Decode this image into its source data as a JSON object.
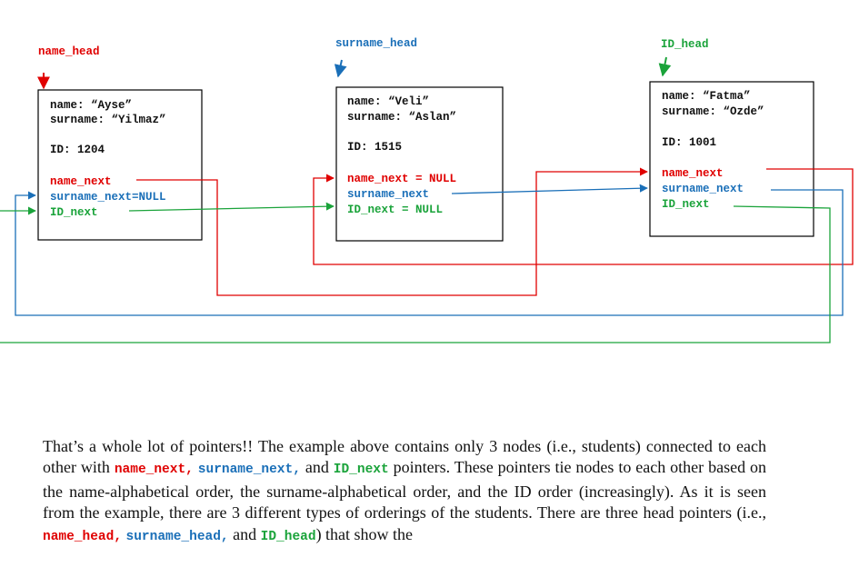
{
  "heads": {
    "name_head": "name_head",
    "surname_head": "surname_head",
    "ID_head": "ID_head"
  },
  "nodes": [
    {
      "name": "name: “Ayse”",
      "surname": "surname: “Yilmaz”",
      "id": "ID: 1204",
      "name_next": "name_next",
      "surname_next": "surname_next=NULL",
      "id_next": "ID_next"
    },
    {
      "name": "name: “Veli”",
      "surname": "surname: “Aslan”",
      "id": "ID: 1515",
      "name_next": "name_next = NULL",
      "surname_next": "surname_next",
      "id_next": "ID_next = NULL"
    },
    {
      "name": "name: “Fatma”",
      "surname": "surname: “Ozde”",
      "id": "ID: 1001",
      "name_next": "name_next",
      "surname_next": "surname_next",
      "id_next": "ID_next"
    }
  ],
  "colors": {
    "name": "#e00000",
    "surname": "#1a6fb8",
    "id": "#1aa33a"
  },
  "paragraph": {
    "p1": "That’s a whole lot of pointers!! The example above contains only 3 nodes (i.e., students) connected to each other with ",
    "code1": "name_next,",
    "code2": "surname_next,",
    "p2": " and ",
    "code3": "ID_next",
    "p3": " pointers. These pointers tie nodes to each other based on the name-alphabetical order, the surname-alphabetical order, and the ID order (increasingly). As it is seen from the example, there are 3 different types of orderings of the students. There are three head pointers (i.e., ",
    "code4": "name_head,",
    "code5": "surname_head,",
    "p4": " and ",
    "code6": "ID_head",
    "p5": ") that show the"
  }
}
